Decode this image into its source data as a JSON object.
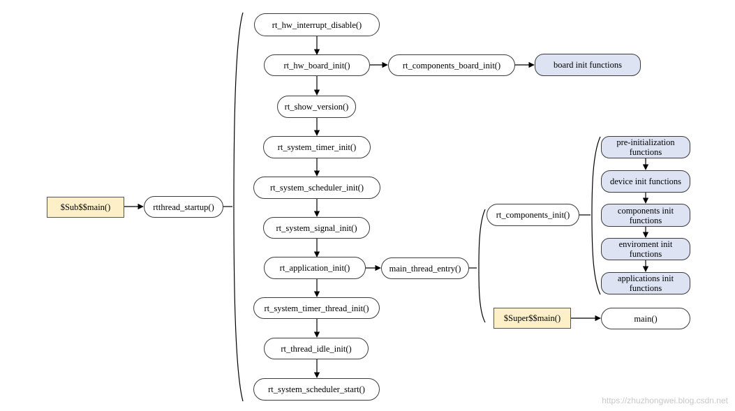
{
  "nodes": {
    "sub_main": "$Sub$$main()",
    "rtthread_startup": "rtthread_startup()",
    "hw_interrupt_disable": "rt_hw_interrupt_disable()",
    "hw_board_init": "rt_hw_board_init()",
    "components_board_init": "rt_components_board_init()",
    "board_init_functions": "board init functions",
    "show_version": "rt_show_version()",
    "system_timer_init": "rt_system_timer_init()",
    "system_scheduler_init": "rt_system_scheduler_init()",
    "system_signal_init": "rt_system_signal_init()",
    "application_init": "rt_application_init()",
    "main_thread_entry": "main_thread_entry()",
    "system_timer_thread_init": "rt_system_timer_thread_init()",
    "thread_idle_init": "rt_thread_idle_init()",
    "system_scheduler_start": "rt_system_scheduler_start()",
    "components_init": "rt_components_init()",
    "pre_init_1": "pre-initialization",
    "pre_init_2": "functions",
    "device_init": "device init functions",
    "components_init_fn_1": "components init",
    "components_init_fn_2": "functions",
    "enviroment_init_1": "enviroment init",
    "enviroment_init_2": "functions",
    "applications_init_1": "applications init",
    "applications_init_2": "functions",
    "super_main": "$Super$$main()",
    "main": "main()"
  },
  "colors": {
    "highlight_fill": "#dde3f3",
    "entry_fill": "#fdefc8",
    "line": "#000000"
  },
  "watermark": "https://zhuzhongwei.blog.csdn.net"
}
